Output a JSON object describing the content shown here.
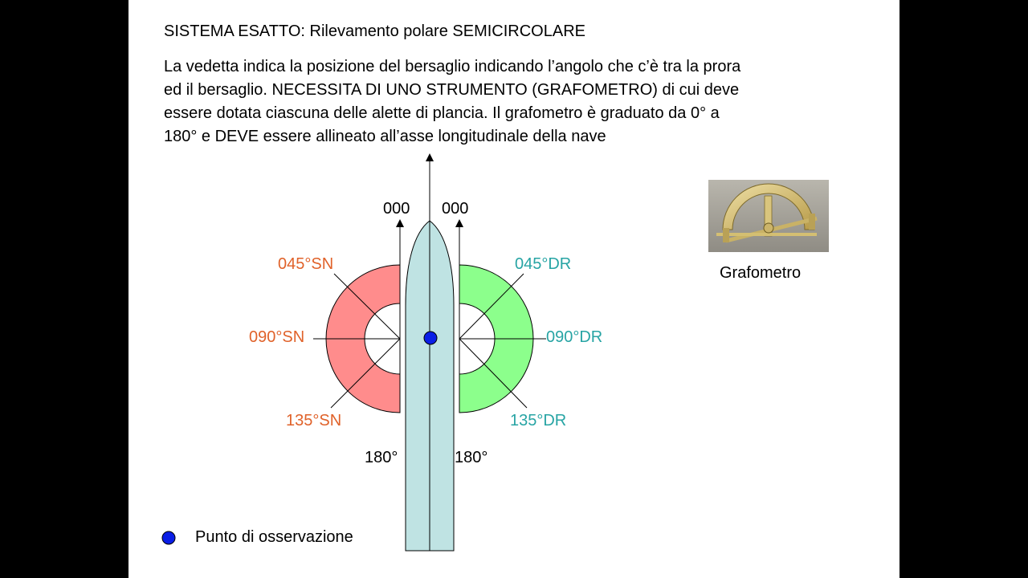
{
  "title": "SISTEMA ESATTO: Rilevamento polare SEMICIRCOLARE",
  "paragraph_lines": [
    "La vedetta indica la posizione del bersaglio indicando l’angolo che c’è tra la prora",
    "ed il bersaglio. NECESSITA DI UNO STRUMENTO (GRAFOMETRO) di cui deve",
    "essere dotata ciascuna delle alette di plancia. Il grafometro è graduato da 0° a",
    "180° e DEVE essere allineato all’asse longitudinale della nave"
  ],
  "diagram": {
    "left_top_label": "000",
    "right_top_label": "000",
    "left_bottom_label": "180°",
    "right_bottom_label": "180°",
    "left_labels": [
      "045°SN",
      "090°SN",
      "135°SN"
    ],
    "right_labels": [
      "045°DR",
      "090°DR",
      "135°DR"
    ],
    "colors": {
      "port_sector": "#ff8c8c",
      "starboard_sector": "#8cff8c",
      "ship_hull": "#bfe3e3",
      "port_text": "#e0622a",
      "starboard_text": "#27a4a4",
      "observer_dot": "#0a1ee6"
    }
  },
  "photo": {
    "icon": "grafometro-photo",
    "caption": "Grafometro"
  },
  "legend": {
    "icon": "blue-dot-icon",
    "label": "Punto di osservazione"
  }
}
